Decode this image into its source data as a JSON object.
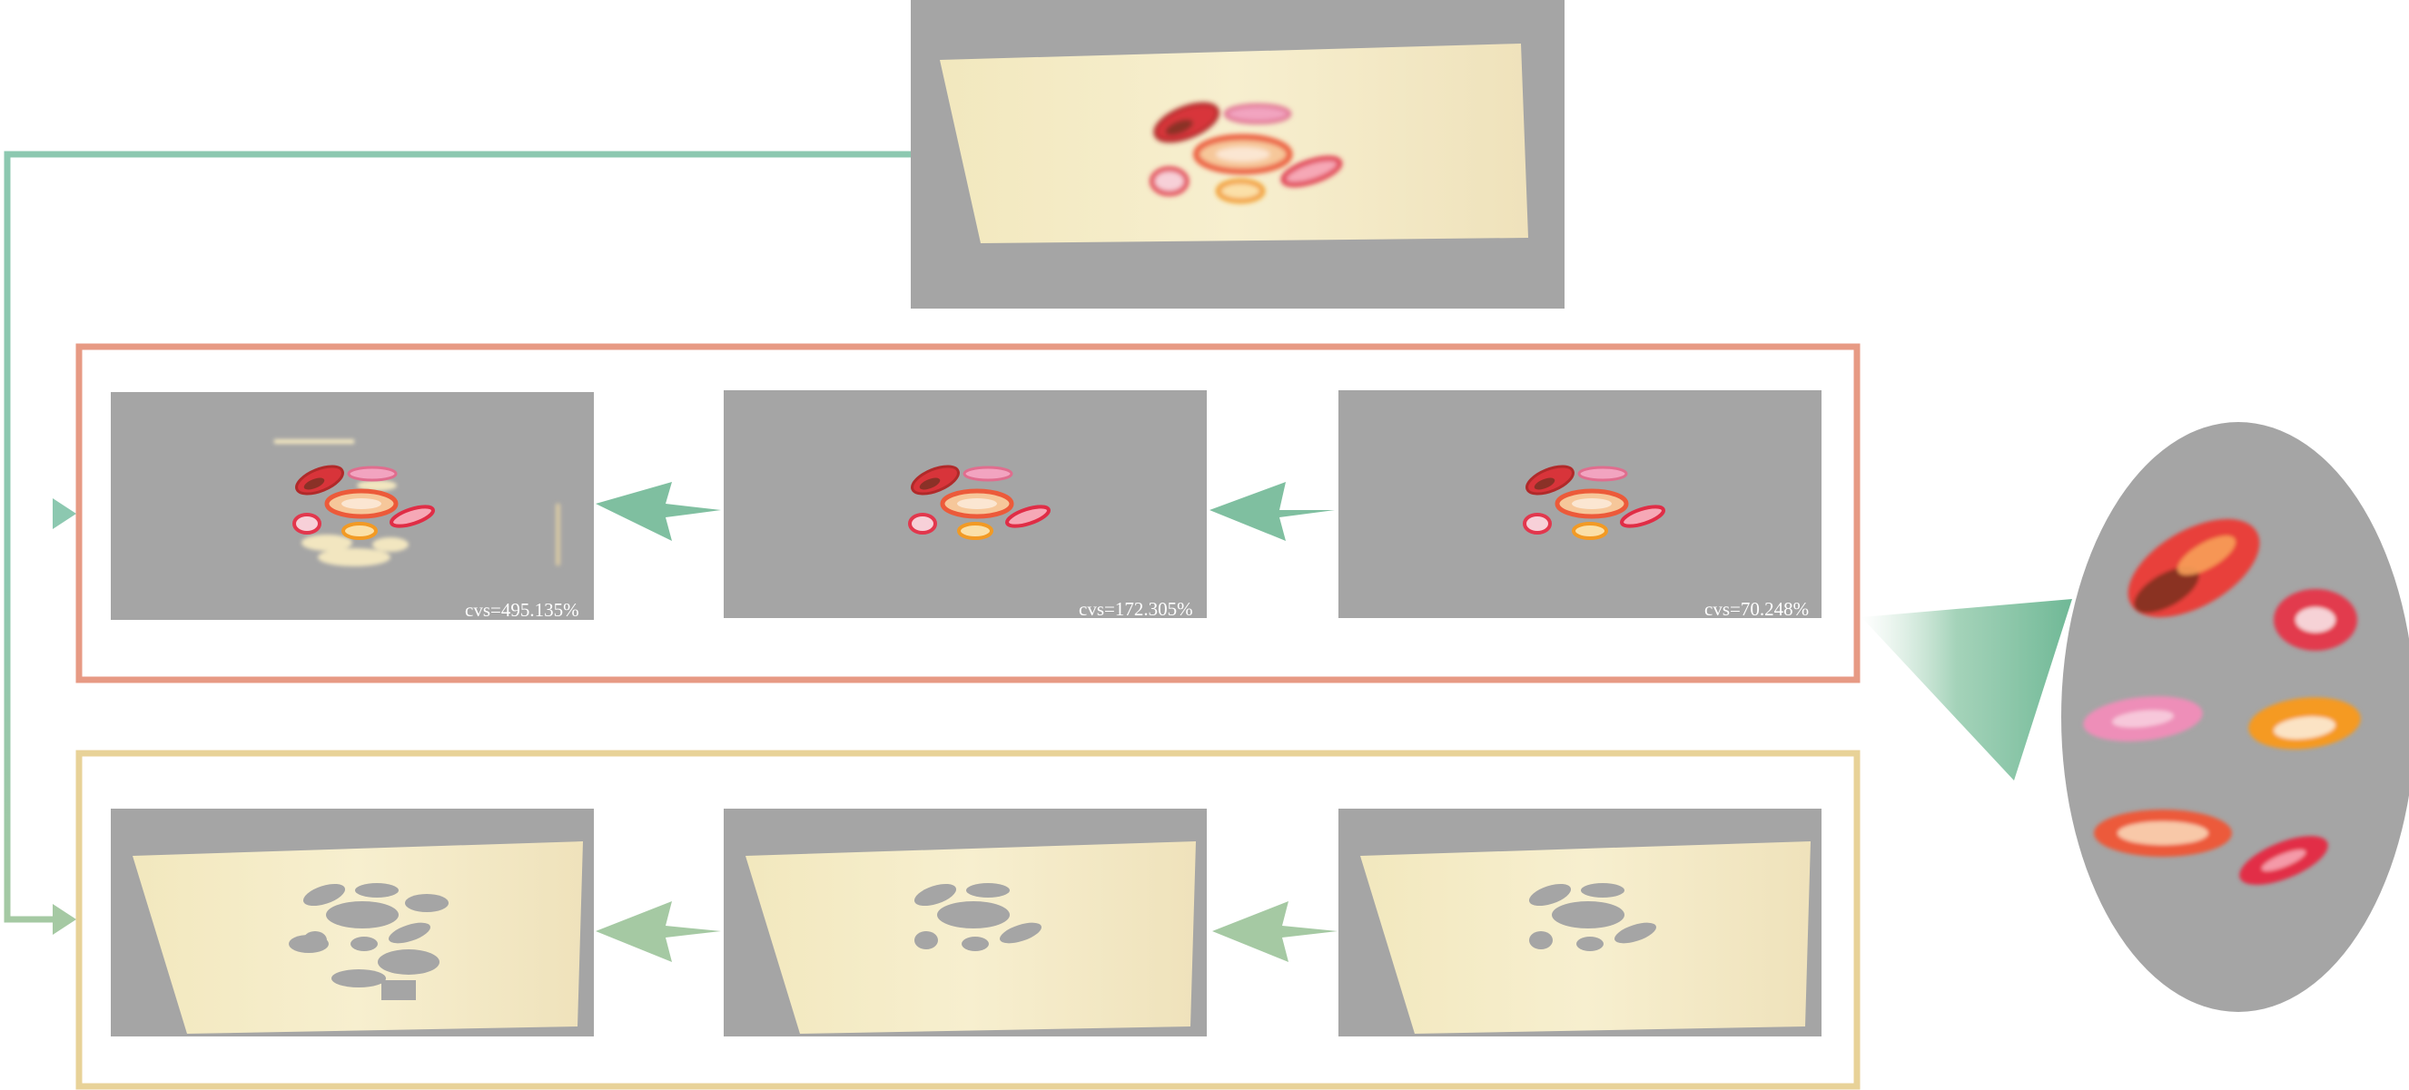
{
  "colors": {
    "background": "#ffffff",
    "panel_gray": "#a5a5a5",
    "connector_green": "#8cc8b0",
    "arrow_green": "#7fbfa0",
    "arrow_light_green": "#a5c9a3",
    "lesion_box_border": "#e79a84",
    "skin_box_border": "#e8d298",
    "skin_tone": "#f4ecc6",
    "lesion_red": "#e03b3b",
    "lesion_orange": "#f39a2a",
    "lesion_pink": "#e8849a"
  },
  "source_image": {
    "description_icon": "skin-photo-icon"
  },
  "lesion_row": {
    "stages": [
      {
        "caption": "cvs=495.135%"
      },
      {
        "caption": "cvs=172.305%"
      },
      {
        "caption": "cvs=70.248%"
      }
    ]
  },
  "skin_row": {
    "stages": [
      {},
      {},
      {}
    ]
  },
  "zoom_view": {
    "icon": "magnified-lesions-icon"
  }
}
